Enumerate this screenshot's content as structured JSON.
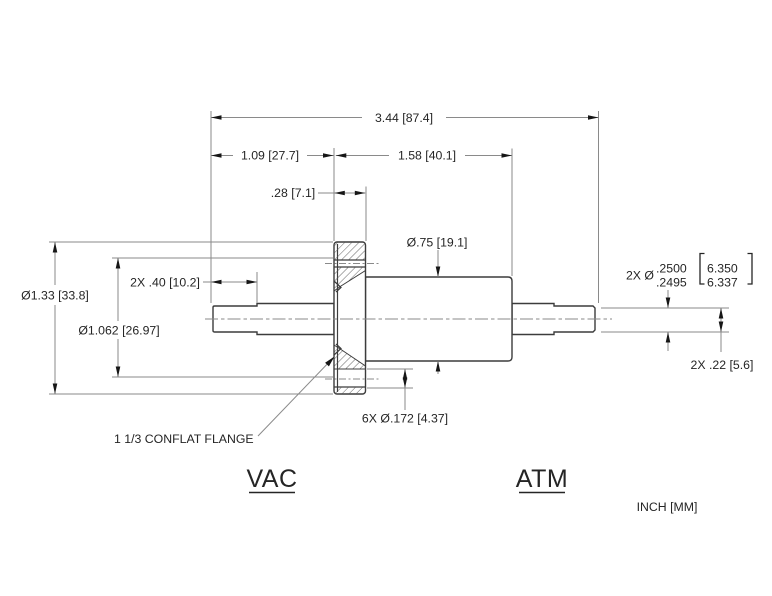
{
  "dimensions": {
    "overall_length": "3.44 [87.4]",
    "vac_side_length": "1.09 [27.7]",
    "atm_side_length": "1.58 [40.1]",
    "flange_thickness": ".28 [7.1]",
    "shaft_end_length": "2X .40 [10.2]",
    "flange_od": "Ø1.33 [33.8]",
    "flange_bore_dia": "Ø1.062 [26.97]",
    "body_dia": "Ø.75 [19.1]",
    "shaft_dia_prefix": "2X Ø",
    "shaft_dia_upper": ".2500",
    "shaft_dia_lower": ".2495",
    "shaft_dia_mm_upper": "6.350",
    "shaft_dia_mm_lower": "6.337",
    "shaft_flat_height": "2X .22 [5.6]",
    "bolt_holes": "6X Ø.172 [4.37]"
  },
  "annotations": {
    "flange_type": "1 1/3 CONFLAT FLANGE"
  },
  "title_labels": {
    "vacuum_side": "VAC",
    "atmosphere_side": "ATM",
    "units": "INCH [MM]"
  }
}
